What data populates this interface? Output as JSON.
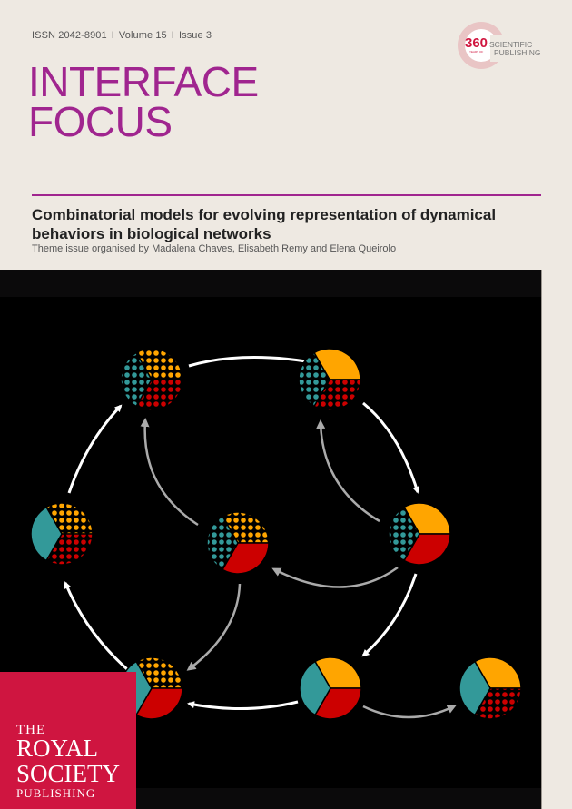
{
  "header": {
    "issn": "ISSN 2042-8901",
    "volume": "Volume 15",
    "issue": "Issue 3",
    "separator": "I",
    "journal_title_line1": "INTERFACE",
    "journal_title_line2": "FOCUS"
  },
  "anniversary_logo": {
    "number": "360",
    "small": "YEARS OF",
    "line1": "SCIENTIFIC",
    "line2": "PUBLISHING"
  },
  "theme": {
    "title": "Combinatorial models for evolving representation of dynamical behaviors in biological networks",
    "organisers": "Theme issue organised by Madalena Chaves, Elisabeth Remy and Elena Queirolo"
  },
  "publisher_logo": {
    "line1": "THE",
    "line2": "ROYAL",
    "line3": "SOCIETY",
    "line4": "PUBLISHING"
  },
  "colors": {
    "accent": "#a0258f",
    "publisher": "#cf1540",
    "orange": "#ffa500",
    "red": "#cc0000",
    "teal": "#339999"
  },
  "cover_figure": {
    "states": [
      {
        "orange": "dotted",
        "red": "dotted",
        "teal": "dotted"
      },
      {
        "orange": "solid",
        "red": "dotted",
        "teal": "dotted"
      },
      {
        "orange": "solid",
        "red": "solid",
        "teal": "dotted"
      },
      {
        "orange": "dotted",
        "red": "solid",
        "teal": "dotted"
      },
      {
        "orange": "dotted",
        "red": "dotted",
        "teal": "solid"
      },
      {
        "orange": "dotted",
        "red": "solid",
        "teal": "solid"
      },
      {
        "orange": "solid",
        "red": "solid",
        "teal": "solid"
      },
      {
        "orange": "solid",
        "red": "dotted",
        "teal": "solid"
      }
    ],
    "transitions": [
      {
        "from": 1,
        "to": 2,
        "style": "white"
      },
      {
        "from": 2,
        "to": 3,
        "style": "white"
      },
      {
        "from": 3,
        "to": 7,
        "style": "white"
      },
      {
        "from": 7,
        "to": 6,
        "style": "white"
      },
      {
        "from": 6,
        "to": 5,
        "style": "white"
      },
      {
        "from": 5,
        "to": 1,
        "style": "white"
      },
      {
        "from": 4,
        "to": 1,
        "style": "gray"
      },
      {
        "from": 3,
        "to": 2,
        "style": "gray"
      },
      {
        "from": 3,
        "to": 4,
        "style": "gray"
      },
      {
        "from": 4,
        "to": 6,
        "style": "gray"
      },
      {
        "from": 7,
        "to": 8,
        "style": "gray"
      }
    ]
  }
}
